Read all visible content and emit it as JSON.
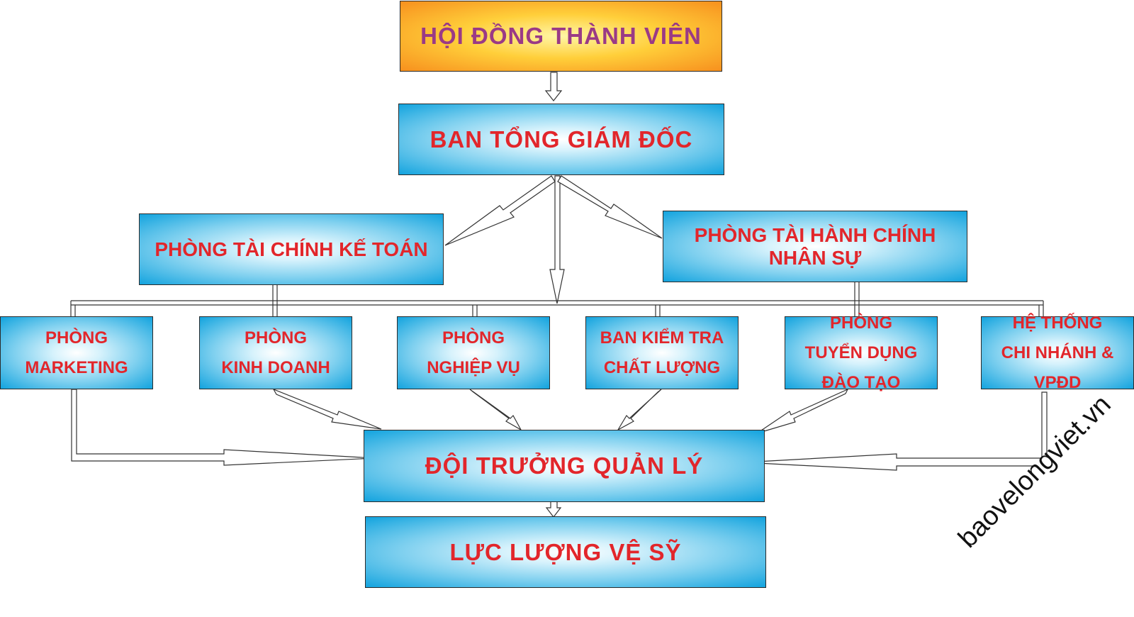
{
  "council": "HỘI ĐỒNG THÀNH VIÊN",
  "board": "BAN TỔNG GIÁM ĐỐC",
  "finance": "PHÒNG TÀI CHÍNH KẾ TOÁN",
  "admin_hr": "PHÒNG TÀI HÀNH CHÍNH NHÂN SỰ",
  "departments": [
    {
      "line1": "PHÒNG",
      "line2": "MARKETING"
    },
    {
      "line1": "PHÒNG",
      "line2": "KINH DOANH"
    },
    {
      "line1": "PHÒNG",
      "line2": "NGHIỆP VỤ"
    },
    {
      "line1": "BAN KIỂM TRA",
      "line2": "CHẤT LƯỢNG"
    },
    {
      "line1": "PHÒNG",
      "line2": "TUYỂN DỤNG ĐÀO TẠO"
    },
    {
      "line1": "HỆ THỐNG",
      "line2": "CHI NHÁNH & VPĐD"
    }
  ],
  "team_leader": "ĐỘI TRƯỞNG QUẢN LÝ",
  "guards": "LỰC LƯỢNG VỆ SỸ",
  "watermark": "baovelongviet.vn",
  "colors": {
    "title_text": "#e2262b",
    "top_text": "#9a3a86",
    "box_blue": "#12a3de",
    "box_orange": "#f7901e"
  }
}
